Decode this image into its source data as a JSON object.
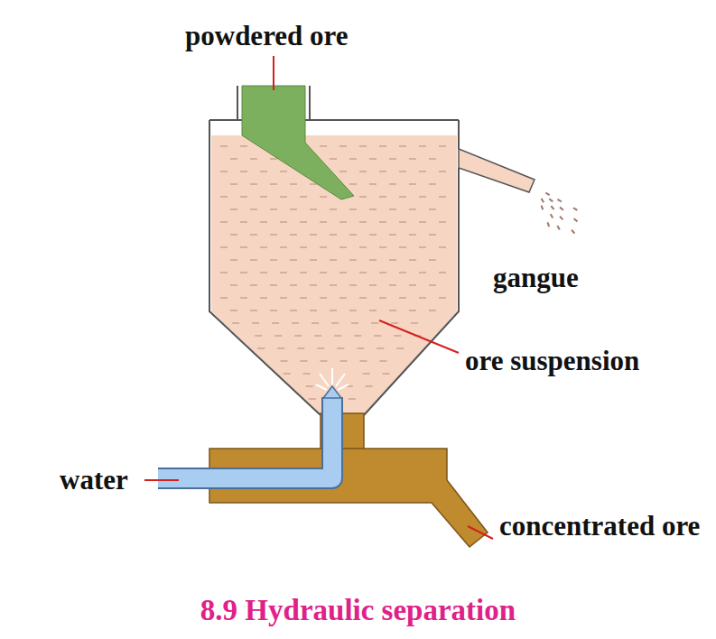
{
  "diagram": {
    "caption": "8.9 Hydraulic separation",
    "labels": [
      "powdered ore",
      "gangue",
      "ore suspension",
      "water",
      "concentrated ore"
    ]
  }
}
